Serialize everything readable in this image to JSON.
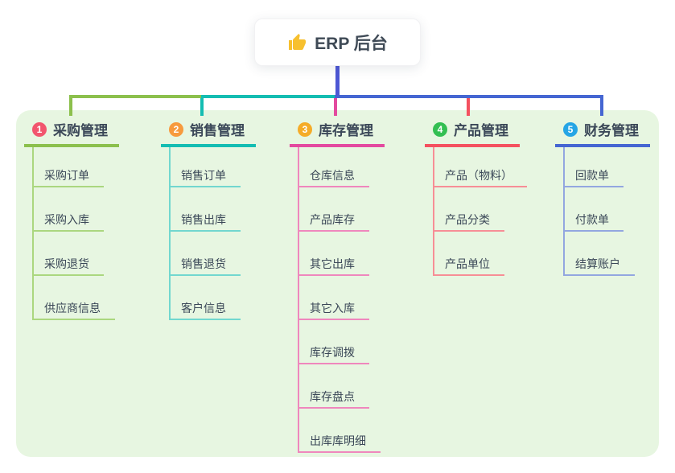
{
  "root": {
    "label": "ERP 后台",
    "icon": "thumbs-up-icon",
    "icon_color": "#f7c02e",
    "line_color": "#4d57d4"
  },
  "panel_color": "#e7f6e1",
  "text_color": "#3b4858",
  "branches": [
    {
      "index": "1",
      "label": "采购管理",
      "badge_color": "#f2566e",
      "line_color": "#8cc04d",
      "sub_line_color": "#abd77f",
      "children": [
        "采购订单",
        "采购入库",
        "采购退货",
        "供应商信息"
      ]
    },
    {
      "index": "2",
      "label": "销售管理",
      "badge_color": "#f79a3d",
      "line_color": "#14bdb2",
      "sub_line_color": "#72d7cf",
      "children": [
        "销售订单",
        "销售出库",
        "销售退货",
        "客户信息"
      ]
    },
    {
      "index": "3",
      "label": "库存管理",
      "badge_color": "#f5ac28",
      "line_color": "#e34a9f",
      "sub_line_color": "#ef87bd",
      "children": [
        "仓库信息",
        "产品库存",
        "其它出库",
        "其它入库",
        "库存调拨",
        "库存盘点",
        "出库库明细"
      ]
    },
    {
      "index": "4",
      "label": "产品管理",
      "badge_color": "#33bf52",
      "line_color": "#f4515f",
      "sub_line_color": "#f78e96",
      "children": [
        "产品（物料）",
        "产品分类",
        "产品单位"
      ]
    },
    {
      "index": "5",
      "label": "财务管理",
      "badge_color": "#25a5e5",
      "line_color": "#4566d2",
      "sub_line_color": "#93a7e0",
      "children": [
        "回款单",
        "付款单",
        "结算账户"
      ]
    }
  ]
}
